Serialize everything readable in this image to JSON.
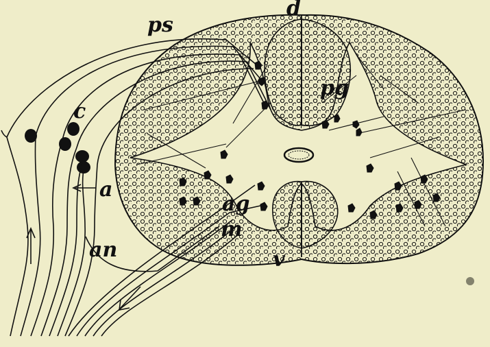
{
  "figure": {
    "background": "#efedc9",
    "ink": "#111111",
    "labels": {
      "d": "d",
      "ps": "ps",
      "pg": "pg",
      "c": "c",
      "a": "a",
      "ag": "ag",
      "m": "m",
      "an": "an",
      "v": "v"
    }
  }
}
